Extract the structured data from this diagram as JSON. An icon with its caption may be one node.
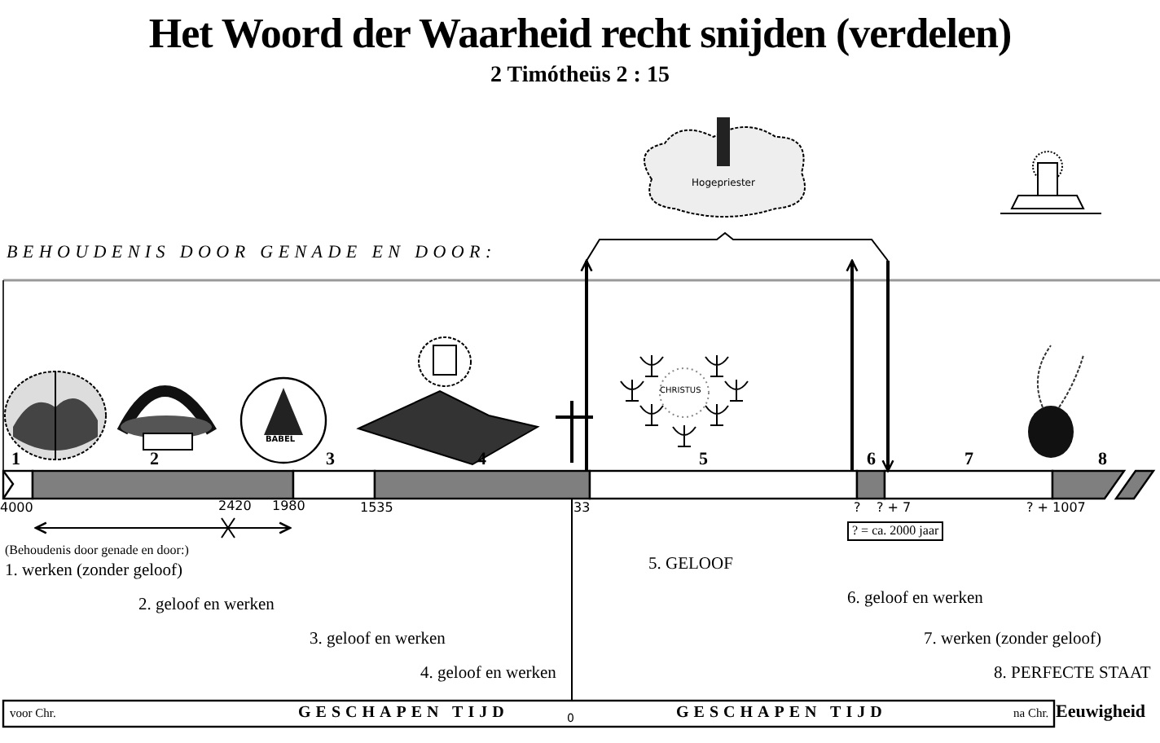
{
  "diagram": {
    "title": "Het Woord der Waarheid recht snijden (verdelen)",
    "nodes": [
      {
        "text": [
          "Hogepriester"
        ]
      },
      {
        "text": [],
        "shape": "bar"
      }
    ],
    "edges": [
      {
        "from": 1,
        "to": 0,
        "arrow": "to"
      },
      {
        "from": 1,
        "to": 0,
        "arrow": "to"
      },
      {
        "from": 0,
        "to": 1,
        "arrow": "to"
      }
    ],
    "labels": [
      "2 Timótheüs 2 : 15",
      "BEHOUDENIS DOOR GENADE EN DOOR:",
      "BABEL",
      "CHRISTUS",
      "1",
      "2",
      "3",
      "4",
      "5",
      "6",
      "7",
      "8",
      "4000",
      "2420",
      "1980",
      "1535",
      "33",
      "?",
      "? + 7",
      "? + 1007",
      "? = ca. 2000 jaar",
      "(Behoudenis door genade en door:)",
      "1. werken (zonder geloof)",
      "2. geloof en werken",
      "3. geloof en werken",
      "4. geloof en werken",
      "5. GELOOF",
      "6. geloof en werken",
      "7. werken (zonder geloof)",
      "8. PERFECTE STAAT",
      "voor Chr.",
      "GESCHAPEN TIJD",
      "0",
      "GESCHAPEN TIJD",
      "na Chr.",
      "Eeuwigheid"
    ]
  }
}
